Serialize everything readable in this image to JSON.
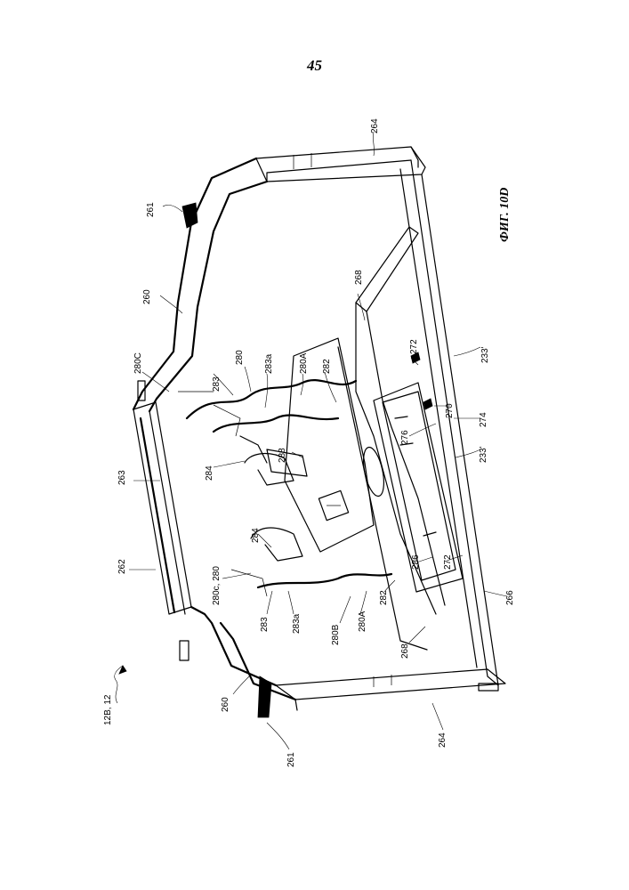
{
  "page": {
    "number": "45",
    "figure_label": "ФИГ. 10D"
  },
  "reference_numerals": [
    "264",
    "261",
    "260",
    "280C",
    "280",
    "283a",
    "280A",
    "282",
    "283",
    "263",
    "284",
    "288",
    "268",
    "272",
    "233'",
    "270",
    "274",
    "276",
    "262",
    "280c, 280",
    "283",
    "283a",
    "280B",
    "280A",
    "282",
    "286",
    "272",
    "233'",
    "284",
    "266",
    "268",
    "260",
    "261",
    "264",
    "12B, 12"
  ]
}
